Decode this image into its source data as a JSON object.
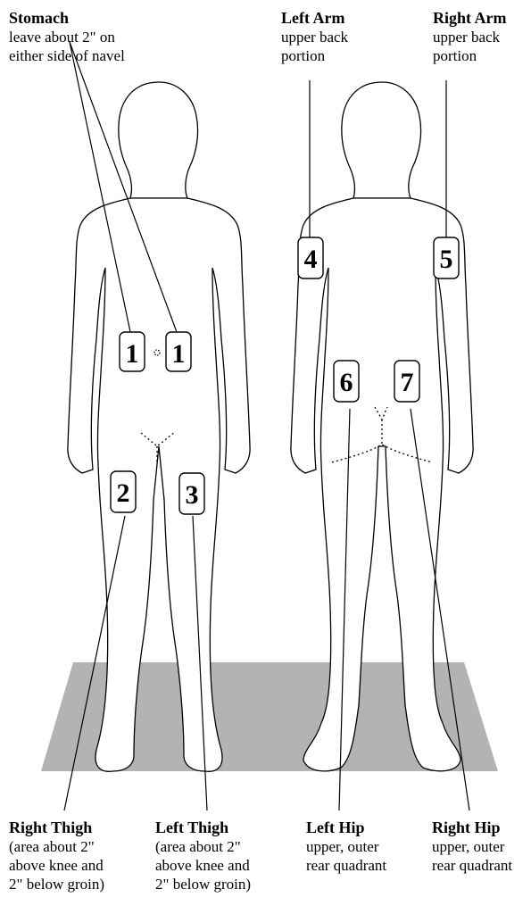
{
  "labels": {
    "stomach": {
      "title": "Stomach",
      "line1": "leave about 2\" on",
      "line2": "either side of navel",
      "line3": ""
    },
    "left_arm": {
      "title": "Left Arm",
      "line1": "upper back",
      "line2": "portion",
      "line3": ""
    },
    "right_arm": {
      "title": "Right Arm",
      "line1": "upper back",
      "line2": "portion",
      "line3": ""
    },
    "right_thigh": {
      "title": "Right Thigh",
      "line1": "(area about 2\"",
      "line2": "above knee and",
      "line3": "2\" below groin)"
    },
    "left_thigh": {
      "title": "Left Thigh",
      "line1": "(area about 2\"",
      "line2": "above knee and",
      "line3": "2\" below groin)"
    },
    "left_hip": {
      "title": "Left Hip",
      "line1": "upper, outer",
      "line2": "rear quadrant",
      "line3": ""
    },
    "right_hip": {
      "title": "Right Hip",
      "line1": "upper, outer",
      "line2": "rear quadrant",
      "line3": ""
    }
  },
  "sites": {
    "stomach_left": "1",
    "stomach_right": "1",
    "right_thigh": "2",
    "left_thigh": "3",
    "left_arm": "4",
    "right_arm": "5",
    "left_hip": "6",
    "right_hip": "7"
  },
  "colors": {
    "floor": "#b3b3b3",
    "stroke": "#000000"
  }
}
